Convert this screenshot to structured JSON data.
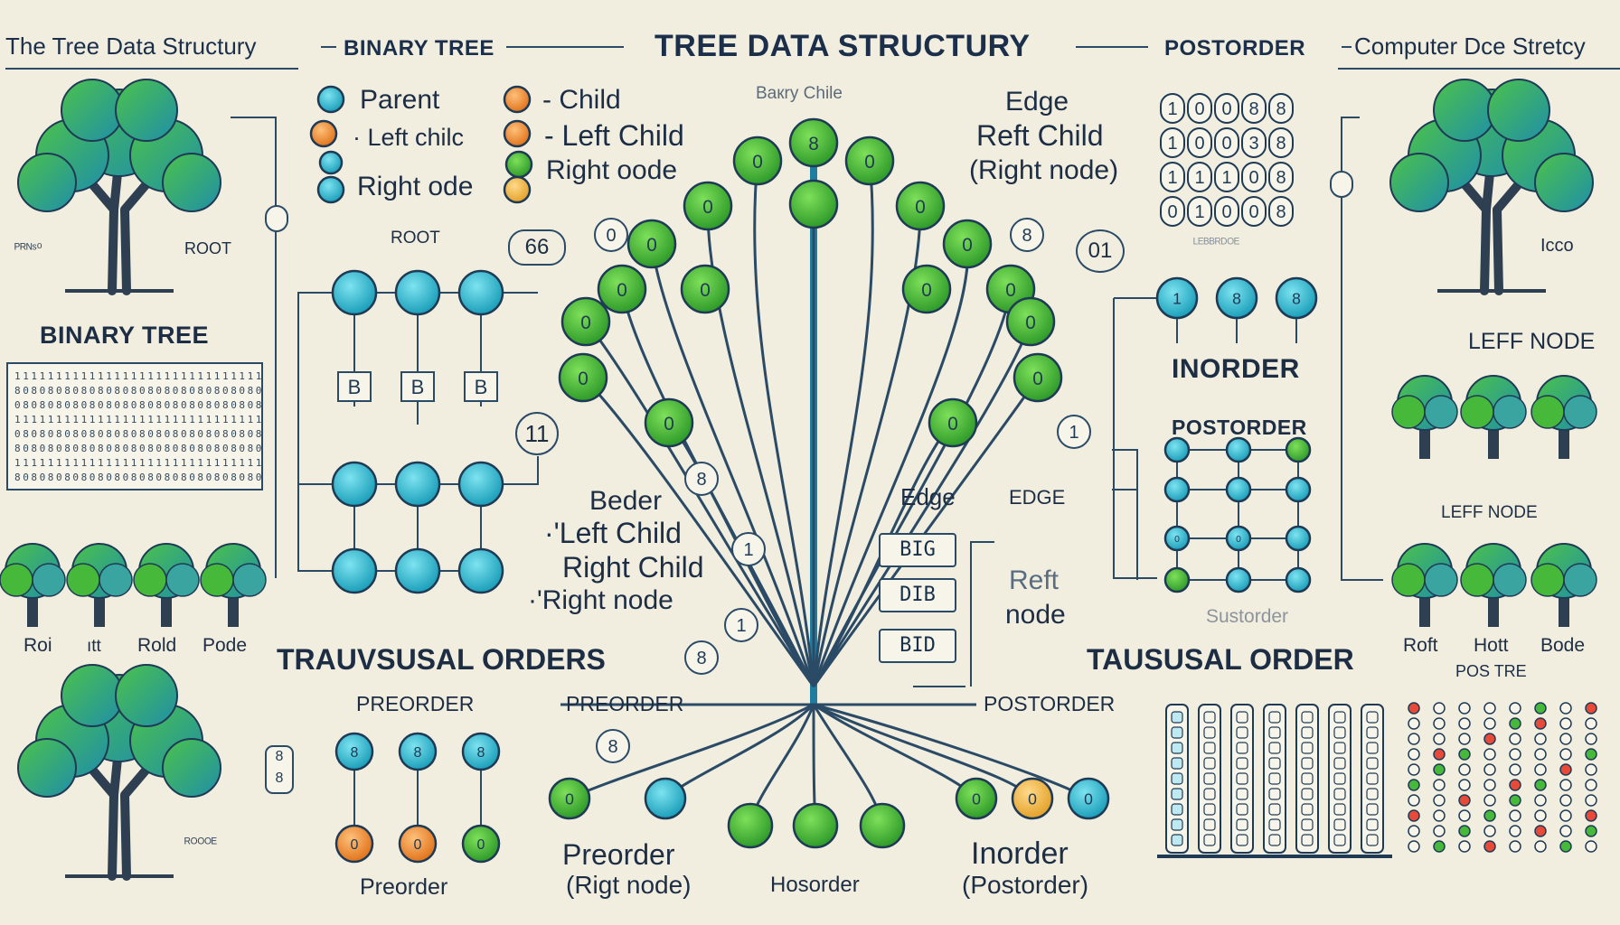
{
  "colors": {
    "background": "#f1eee0",
    "green": "#46b83a",
    "teal": "#2bb7cf",
    "orange": "#f08a2a",
    "gold": "#f2b43a",
    "line": "#2a4a66",
    "tree_foliage": "#3caf4f",
    "tree_trunk": "#2e3f52"
  },
  "header": {
    "left": "The Tree Data Structury",
    "binary_tree": "BINARY TREE",
    "title": "TREE DATA STRUCTURY",
    "postorder": "POSTORDER",
    "right": "Computer Dce Stretcy"
  },
  "legend_left": {
    "parent": "Parent",
    "left_child": "· Left chilc",
    "right_node": "Right ode",
    "child": "- Child",
    "left_child_2": "- Left Child",
    "right_node_2": "Right oode"
  },
  "legend_right": {
    "edge": "Edge",
    "reft_child": "Reft Child",
    "right_node": "(Right node)"
  },
  "center": {
    "top_label": "Bакrу Сhilе",
    "beder": "Beder",
    "left_child": "·'Left Child",
    "right_child": "Right Child",
    "right_node": "·'Right node",
    "edge": "Edge",
    "edge_caps": "EDGE",
    "reft": "Reft",
    "node": "node",
    "badges": [
      "BIG",
      "DIB",
      "BID"
    ]
  },
  "left_panel": {
    "root_left": "ᴾᴿᴺˢ⁰",
    "root_right": "ROOT",
    "binary_tree": "BINARY TREE",
    "tree_labels": [
      "Roi",
      "ıtt",
      "Rold",
      "Pode"
    ],
    "small_badge": "ᴿᴼᴼᴼᴱ"
  },
  "mid_left": {
    "root": "ROOT",
    "badge_66": "66",
    "badge_11": "11",
    "box_label": "B",
    "section_title": "TRAUVSUSAL ORDERS",
    "preorder": "PREORDER",
    "preorder_mid": "PREORDER",
    "preorder_bottom": "Preorder"
  },
  "bottom_center": {
    "preorder": "Preorder",
    "right_node": "(Rigt node)",
    "hosorder": "Hosorder",
    "inorder": "Inorder",
    "postorder": "(Postorder)",
    "postorder_caps": "POSTORDER"
  },
  "right_mid": {
    "badge_01": "01",
    "small_text": "ᴸᴱᴮᴮᴿᴰᴼᴱ",
    "inorder": "INORDER",
    "postorder": "POSTORDER",
    "section_title": "TAUSUSAL ORDER",
    "sustorder": "Sustorder",
    "binary_grid": [
      "1",
      "0",
      "0",
      "8",
      "8",
      "1",
      "0",
      "0",
      "3",
      "8",
      "1",
      "1",
      "1",
      "0",
      "8",
      "0",
      "1",
      "0",
      "0",
      "8"
    ],
    "node_row": [
      "1",
      "8",
      "8"
    ]
  },
  "right_panel": {
    "left_node_top": "LEFF NODE",
    "left_node_bottom": "LEFF NODE",
    "icco": "Icco",
    "tree_labels": [
      "Roft",
      "Hott",
      "Bode"
    ],
    "pos_tree": "POS TRE"
  },
  "node_glyphs": {
    "zero": "0",
    "eight": "8",
    "one": "1"
  }
}
